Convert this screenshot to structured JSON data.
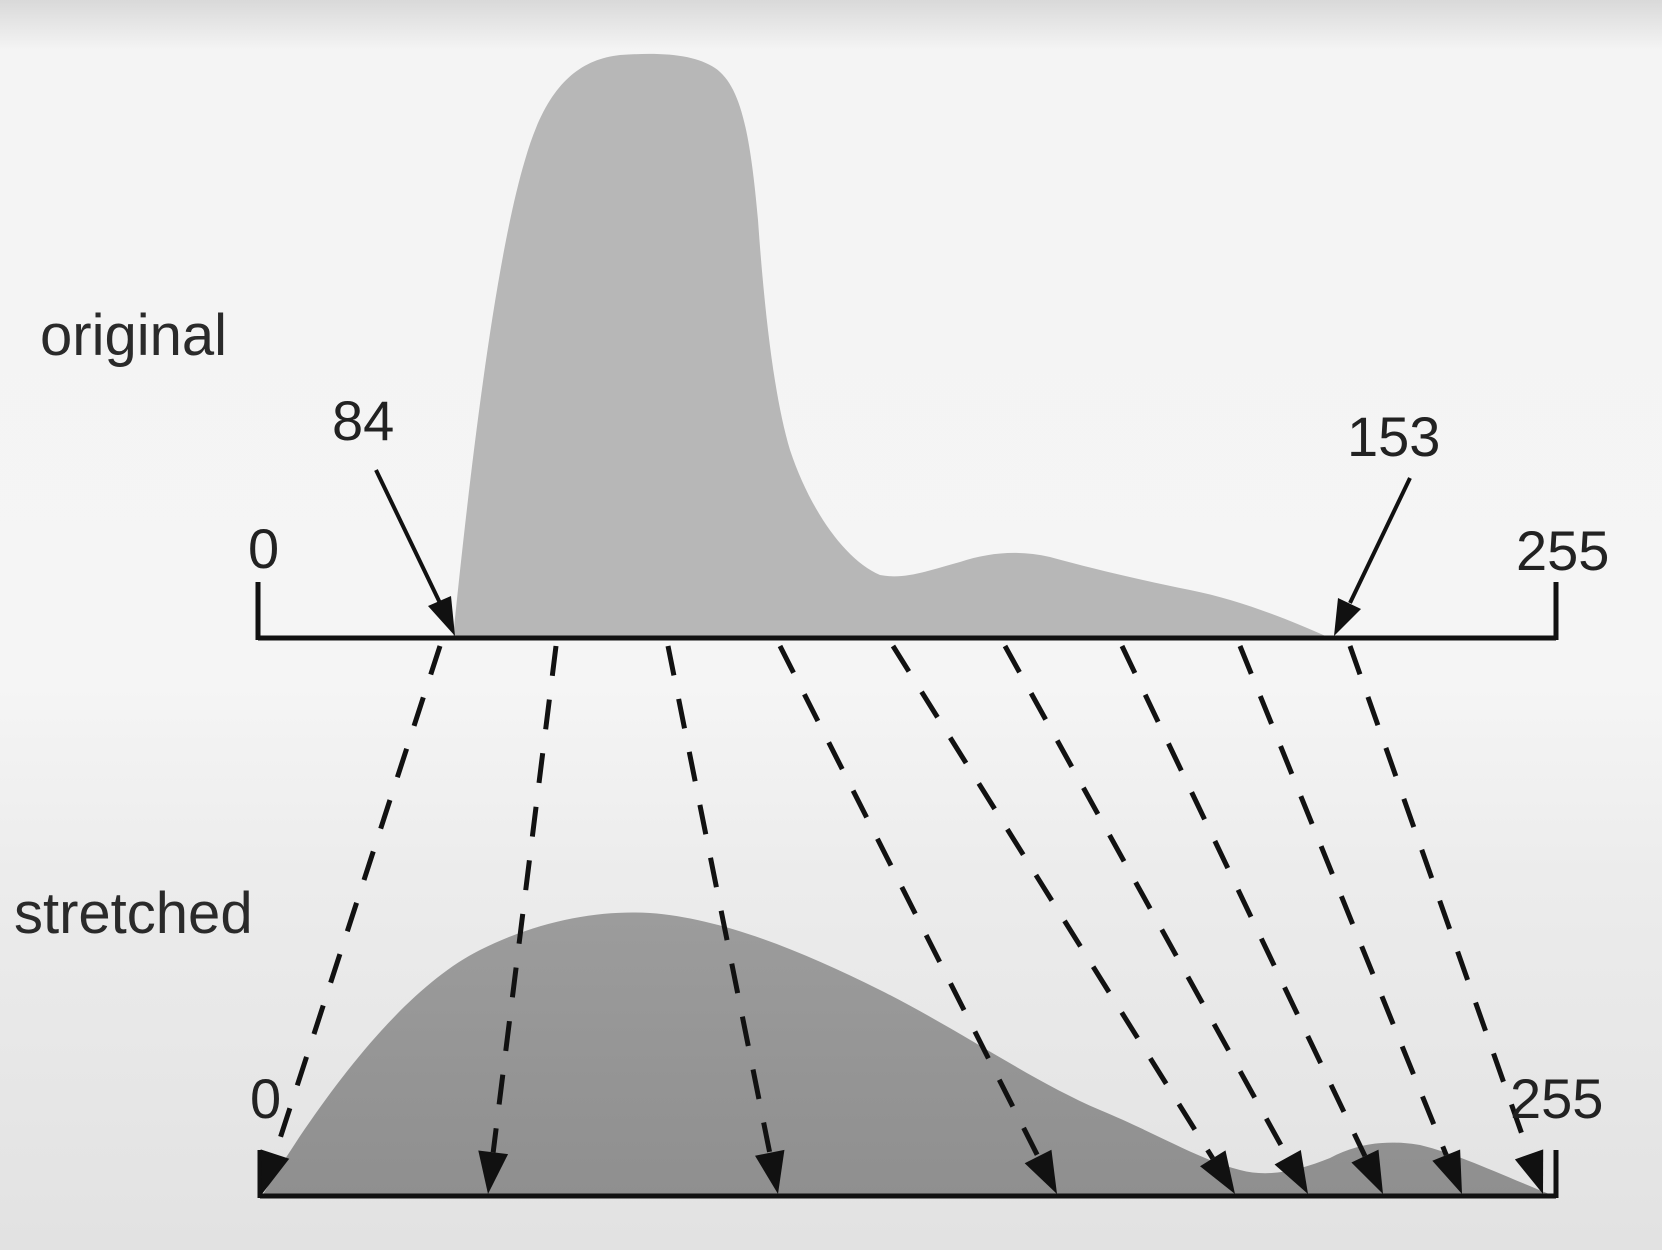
{
  "labels": {
    "original": "original",
    "stretched": "stretched",
    "orig_min": "0",
    "orig_max": "255",
    "low_cut": "84",
    "high_cut": "153",
    "str_min": "0",
    "str_max": "255"
  },
  "colors": {
    "original_fill": "#b5b5b5",
    "stretched_fill": "#999999",
    "axis": "#111111"
  },
  "mapping": {
    "source_range": [
      84,
      153
    ],
    "target_range": [
      0,
      255
    ],
    "arrow_count": 9
  }
}
